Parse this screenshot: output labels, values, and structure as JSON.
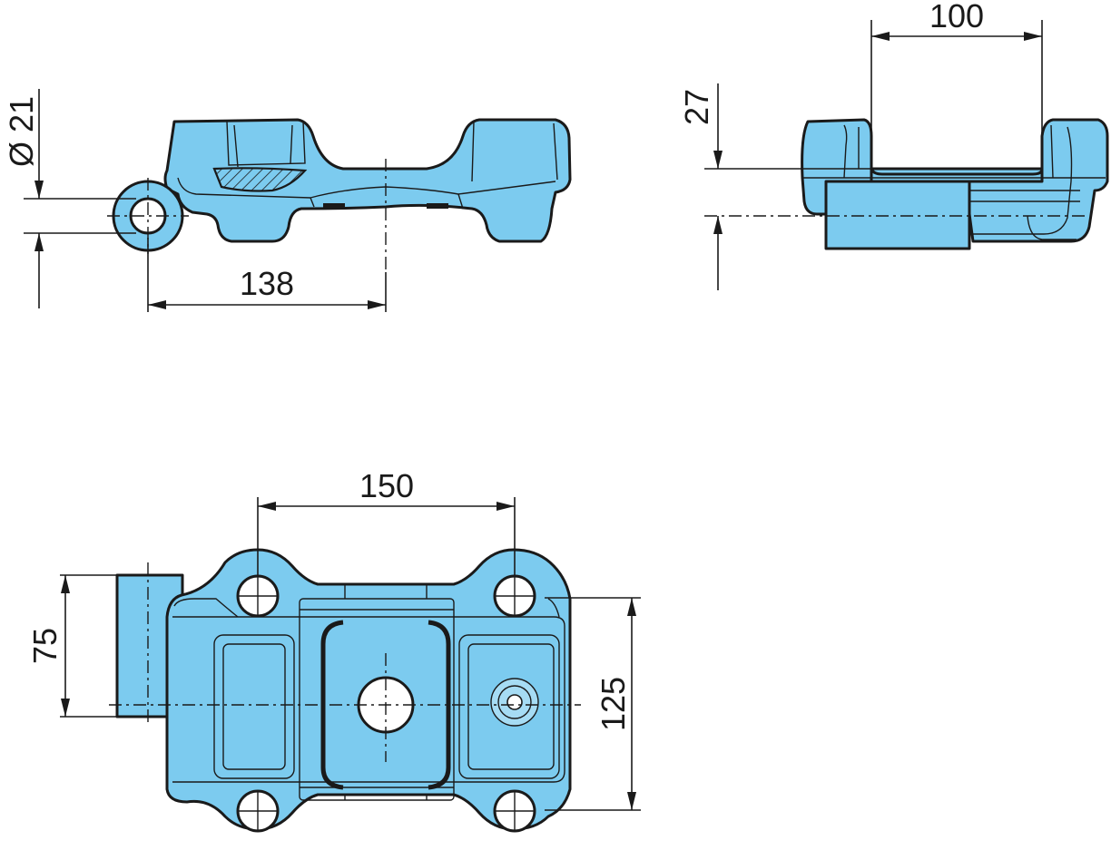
{
  "colors": {
    "part_fill": "#7ccbef",
    "part_fill_light": "#a6dcf4",
    "line": "#1a1a1a",
    "background": "#ffffff"
  },
  "views": {
    "side_view": {
      "dims": {
        "diameter": "Ø 21",
        "eye_to_center": "138"
      }
    },
    "end_view": {
      "dims": {
        "opening_width": "100",
        "height_offset": "27"
      }
    },
    "top_view": {
      "dims": {
        "bolt_spacing_x": "150",
        "bolt_spacing_y": "125",
        "tab_width": "75"
      }
    }
  }
}
